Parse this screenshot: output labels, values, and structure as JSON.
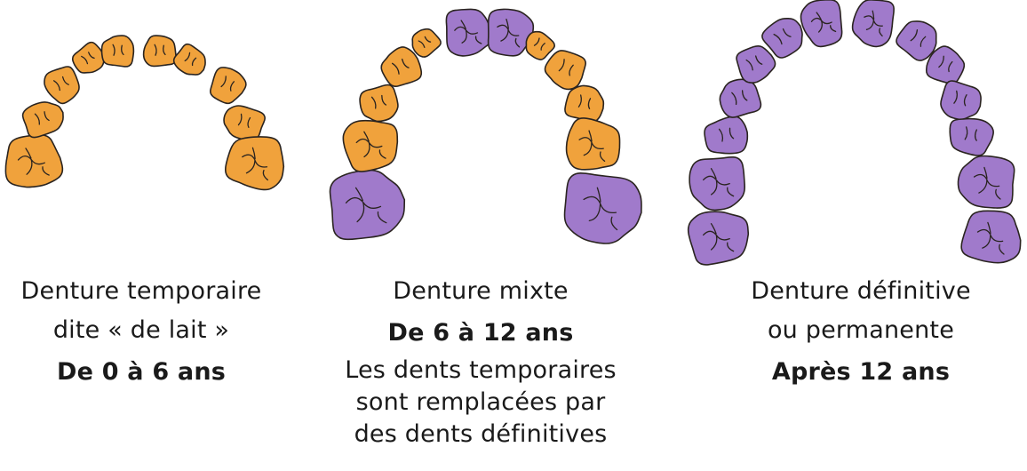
{
  "colors": {
    "temporary_tooth": "#F0A23C",
    "permanent_tooth": "#A07ACB",
    "outline": "#2a2420"
  },
  "stages": [
    {
      "title_line1": "Denture temporaire",
      "title_line2": "dite « de lait »",
      "age": "De 0 à 6 ans",
      "note_lines": [],
      "teeth": [
        "T",
        "T",
        "T",
        "T",
        "T",
        "T",
        "T",
        "T",
        "T",
        "T"
      ]
    },
    {
      "title_line1": "Denture mixte",
      "title_line2": "",
      "age": "De 6 à 12 ans",
      "note_lines": [
        "Les dents temporaires",
        "sont remplacées par",
        "des dents définitives"
      ],
      "teeth": [
        "P",
        "T",
        "T",
        "T",
        "T",
        "P",
        "P",
        "T",
        "T",
        "T",
        "T",
        "P"
      ]
    },
    {
      "title_line1": "Denture définitive",
      "title_line2": "ou permanente",
      "age": "Après 12 ans",
      "note_lines": [],
      "teeth": [
        "P",
        "P",
        "P",
        "P",
        "P",
        "P",
        "P",
        "P",
        "P",
        "P",
        "P",
        "P",
        "P",
        "P"
      ]
    }
  ]
}
